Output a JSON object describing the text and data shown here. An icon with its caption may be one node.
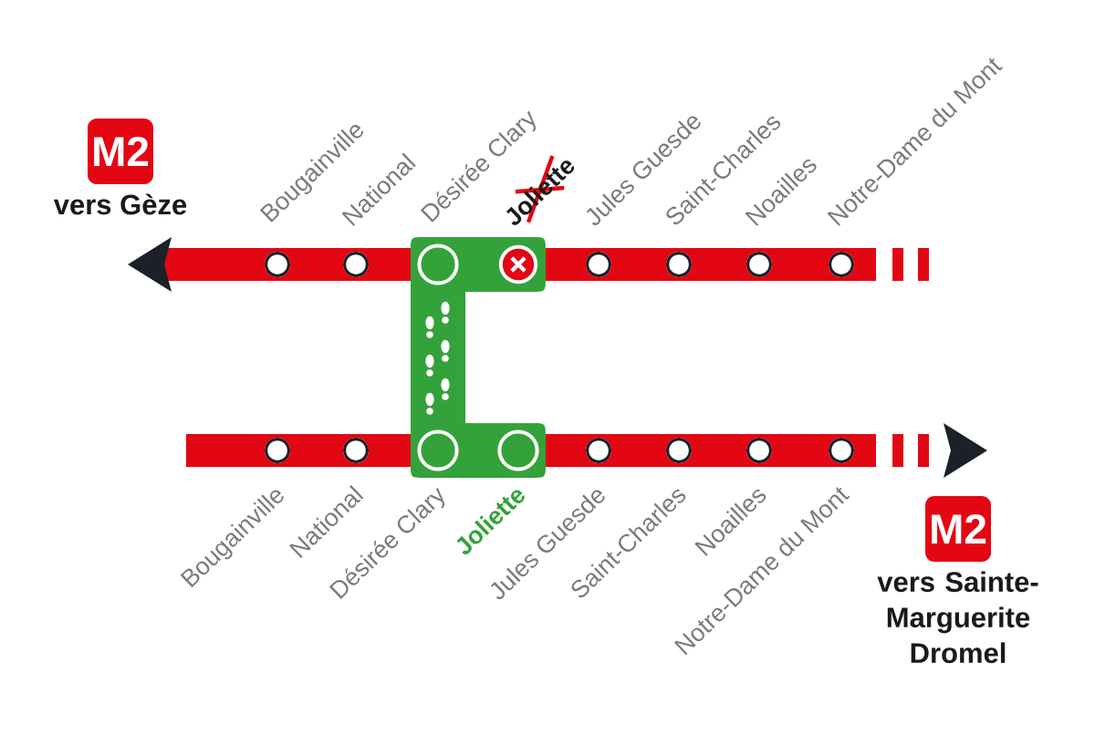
{
  "diagram": {
    "nodes": [
      {
        "text": [
          "M2"
        ],
        "beside": [
          "vers Gèze"
        ]
      },
      {
        "text": [],
        "shape": "circle",
        "beside": [
          "Bougainville"
        ]
      },
      {
        "text": [],
        "shape": "circle",
        "beside": [
          "National"
        ]
      },
      {
        "text": [],
        "shape": "circle",
        "beside": [
          "Désirée Clary"
        ]
      },
      {
        "text": [],
        "shape": "circle",
        "beside": [
          "Joliette"
        ]
      },
      {
        "text": [],
        "shape": "circle",
        "beside": [
          "Jules Guesde"
        ]
      },
      {
        "text": [],
        "shape": "circle",
        "beside": [
          "Saint-Charles"
        ]
      },
      {
        "text": [],
        "shape": "circle",
        "beside": [
          "Noailles"
        ]
      },
      {
        "text": [],
        "shape": "circle",
        "beside": [
          "Notre-Dame du Mont"
        ]
      },
      {
        "text": [],
        "shape": "circle",
        "beside": [
          "Bougainville"
        ]
      },
      {
        "text": [],
        "shape": "circle",
        "beside": [
          "National"
        ]
      },
      {
        "text": [],
        "shape": "circle",
        "beside": [
          "Désirée Clary"
        ]
      },
      {
        "text": [],
        "shape": "circle",
        "beside": [
          "Joliette"
        ]
      },
      {
        "text": [],
        "shape": "circle",
        "beside": [
          "Jules Guesde"
        ]
      },
      {
        "text": [],
        "shape": "circle",
        "beside": [
          "Saint-Charles"
        ]
      },
      {
        "text": [],
        "shape": "circle",
        "beside": [
          "Noailles"
        ]
      },
      {
        "text": [],
        "shape": "circle",
        "beside": [
          "Notre-Dame du Mont"
        ]
      },
      {
        "text": [
          "M2"
        ],
        "beside": [
          "vers Sainte-Marguerite Dromel"
        ]
      }
    ],
    "edges": [
      {
        "from": 1,
        "to": 0,
        "arrow": "to"
      },
      {
        "from": 1,
        "to": 2,
        "arrow": "none"
      },
      {
        "from": 2,
        "to": 3,
        "arrow": "none"
      },
      {
        "from": 3,
        "to": 4,
        "arrow": "none",
        "color": "#34a23a"
      },
      {
        "from": 4,
        "to": 5,
        "arrow": "none"
      },
      {
        "from": 5,
        "to": 6,
        "arrow": "none"
      },
      {
        "from": 6,
        "to": 7,
        "arrow": "none"
      },
      {
        "from": 7,
        "to": 8,
        "arrow": "none"
      },
      {
        "from": 8,
        "to": null,
        "arrow": "none",
        "style": "dashed"
      },
      {
        "from": null,
        "to": 9,
        "arrow": "none"
      },
      {
        "from": 9,
        "to": 10,
        "arrow": "none"
      },
      {
        "from": 10,
        "to": 11,
        "arrow": "none"
      },
      {
        "from": 11,
        "to": 12,
        "arrow": "none",
        "color": "#34a23a"
      },
      {
        "from": 12,
        "to": 13,
        "arrow": "none"
      },
      {
        "from": 13,
        "to": 14,
        "arrow": "none"
      },
      {
        "from": 14,
        "to": 15,
        "arrow": "none"
      },
      {
        "from": 15,
        "to": 16,
        "arrow": "none"
      },
      {
        "from": 16,
        "to": 17,
        "arrow": "to",
        "style": "dashed"
      },
      {
        "from": 3,
        "to": 11,
        "arrow": "none",
        "color": "#34a23a"
      }
    ]
  }
}
